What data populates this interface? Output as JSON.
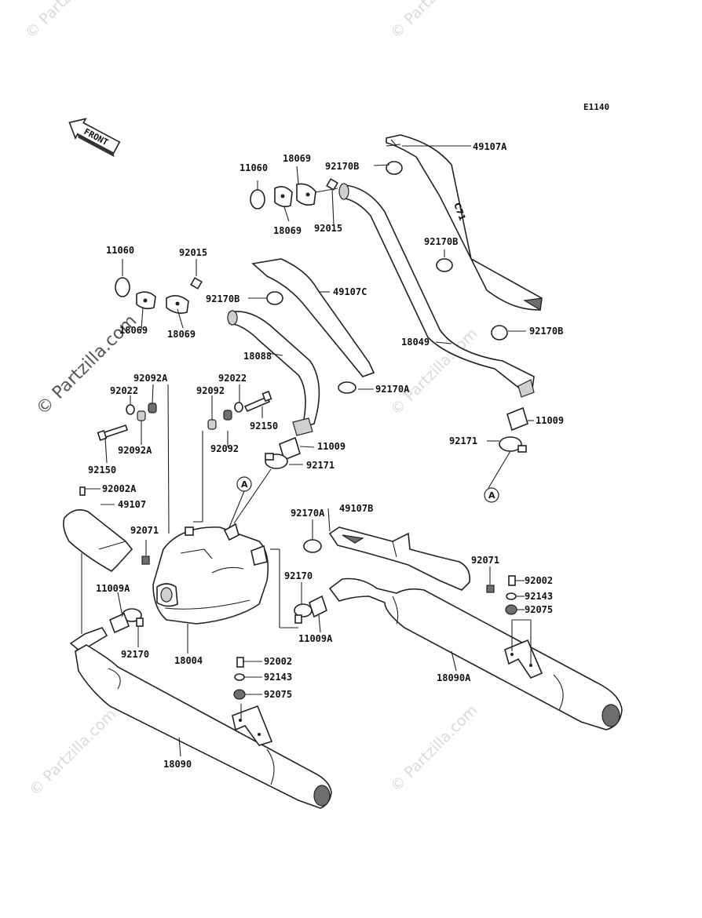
{
  "diagram_code": "E1140",
  "front_label": "FRONT",
  "watermark": "© Partzilla.com",
  "callout_ref": "A",
  "labels": {
    "p49107A": "49107A",
    "p11060a": "11060",
    "p18069a": "18069",
    "p92170Ba": "92170B",
    "p18069b": "18069",
    "p92015a": "92015",
    "p11060b": "11060",
    "p92015b": "92015",
    "p49107C": "49107C",
    "p92170Bb": "92170B",
    "p92170Bc": "92170B",
    "p18069c": "18069",
    "p18069d": "18069",
    "p18088": "18088",
    "p18049": "18049",
    "p92170Bd": "92170B",
    "p92092A": "92092A",
    "p92022a": "92022",
    "p92022b": "92022",
    "p92092a": "92092",
    "p92170Aa": "92170A",
    "p11009a": "11009",
    "p92092Ab": "92092A",
    "p92150a": "92150",
    "p92092b": "92092",
    "p92150b": "92150",
    "p92171a": "92171",
    "p11009b": "11009",
    "p92171b": "92171",
    "p92002A": "92002A",
    "p49107": "49107",
    "p92170Ab": "92170A",
    "p49107B": "49107B",
    "p92071a": "92071",
    "p92071b": "92071",
    "p92002a": "92002",
    "p92170": "92170",
    "p11009Aa": "11009A",
    "p92143a": "92143",
    "p92075a": "92075",
    "p92170b": "92170",
    "p18004": "18004",
    "p11009Ab": "11009A",
    "p92002b": "92002",
    "p18090A": "18090A",
    "p92143b": "92143",
    "p92075b": "92075",
    "p18090": "18090"
  }
}
